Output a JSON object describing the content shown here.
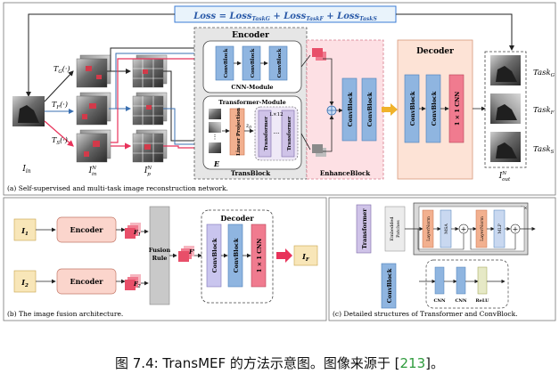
{
  "panel_a": {
    "loss": "Loss = Loss",
    "loss_sub_g": "Task",
    "loss_terms": [
      "Loss = Loss",
      "+ Loss",
      "+ Loss"
    ],
    "loss_subs": [
      "TaskG",
      "TaskF",
      "TaskS"
    ],
    "caption": "(a) Self-supervised and multi-task image reconstruction network.",
    "input_label": "I",
    "input_sub": "in",
    "tn_in_label": "I",
    "tn_in_sup": "N",
    "tn_in_sub": "in",
    "tn_p_label": "I",
    "tn_p_sup": "N",
    "tn_p_sub": "p",
    "out_label": "I",
    "out_sup": "N",
    "out_sub": "out",
    "transforms": [
      "T",
      "T",
      "T"
    ],
    "transform_subs": [
      "G",
      "F",
      "S"
    ],
    "transform_args": [
      "(·)",
      "(·)",
      "(·)"
    ],
    "encoder_title": "Encoder",
    "cnn_module": "CNN-Module",
    "conv_block": "ConvBlock",
    "transformer_module": "Transformer-Module",
    "linear_projection": "Linear Projection",
    "transformer": "Transformer",
    "e_label": "E",
    "zo_label": "z",
    "zo_sub": "0",
    "l_times": "L×12",
    "trans_block": "TransBlock",
    "enhance_block": "EnhanceBlock",
    "decoder_title": "Decoder",
    "one_by_one_cnn": "1 × 1 CNN",
    "tasks": [
      "Task",
      "Task",
      "Task"
    ],
    "task_subs": [
      "G",
      "F",
      "S"
    ]
  },
  "panel_b": {
    "caption": "(b) The image fusion architecture.",
    "i1": "I",
    "i1_sub": "1",
    "i2": "I",
    "i2_sub": "2",
    "encoder": "Encoder",
    "f1": "F",
    "f1_sub": "1",
    "f2": "F",
    "f2_sub": "2",
    "fusion_rule_1": "Fusion",
    "fusion_rule_2": "Rule",
    "f_prime": "F'",
    "decoder_title": "Decoder",
    "conv_block": "ConvBlock",
    "one_by_one_cnn": "1 × 1 CNN",
    "if": "I",
    "if_sub": "F"
  },
  "panel_c": {
    "caption": "(c) Detailed structures of Transformer and ConvBlock.",
    "transformer": "Transformer",
    "conv_block": "ConvBlock",
    "embedded_patches_1": "Embedded",
    "embedded_patches_2": "Patches",
    "layer_norm": "LayerNorm",
    "msa": "MSA",
    "mlp": "MLP",
    "l_times": "L×",
    "cnn": "CNN",
    "relu": "ReLU"
  },
  "figure_caption": {
    "prefix": "图 7.4: TransMEF 的方法示意图。图像来源于 [",
    "ref": "213",
    "suffix": "]。"
  },
  "colors": {
    "blue_block": "#8fb5e0",
    "green_arrow": "#2e9b3c",
    "pink_arrow": "#e8325a",
    "encoder_bg": "#e6e6e6",
    "enhance_bg": "#fde0e4",
    "decoder_bg": "#fde3d6",
    "transformer_purple": "#cfc3e8",
    "linear_orange": "#f2b08f"
  }
}
